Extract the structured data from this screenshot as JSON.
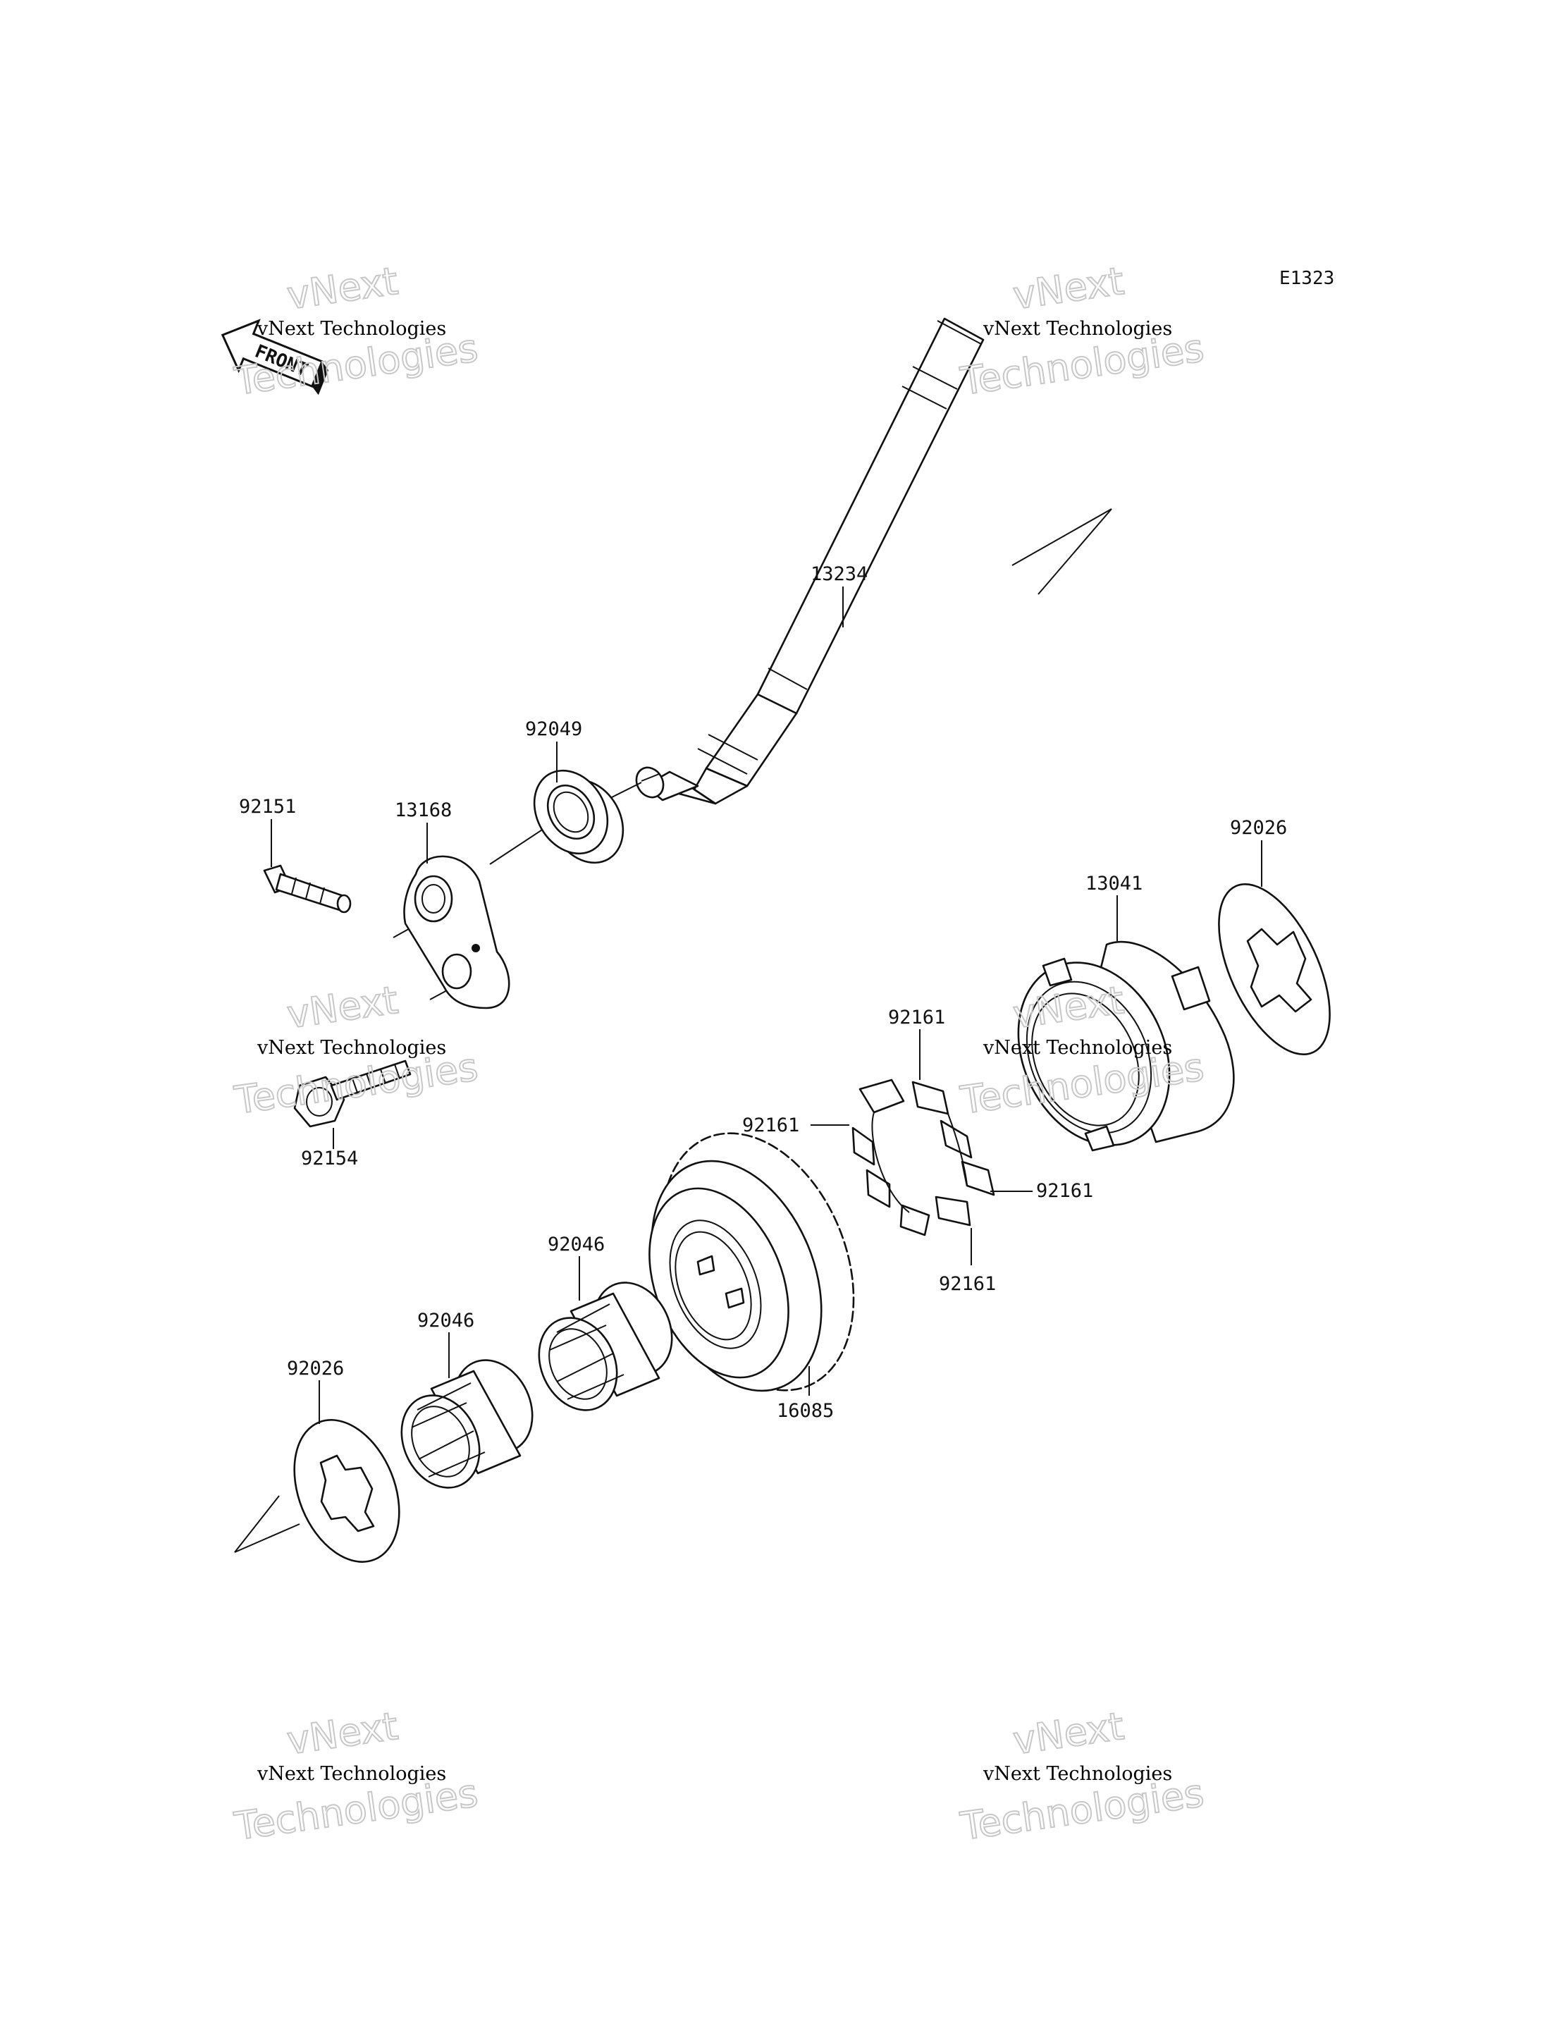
{
  "diagram": {
    "reference_code": "E1323",
    "front_marker": "FRONT",
    "watermark_small": "vNext Technologies",
    "watermark_big_line1": "vNext",
    "watermark_big_line2": "Technologies",
    "labels": {
      "shaft": "13234",
      "bearing": "92049",
      "lever": "13168",
      "bolt_top": "92151",
      "bolt_bottom": "92154",
      "damper_hub": "13041",
      "washer_right": "92026",
      "damper_1": "92161",
      "damper_2": "92161",
      "damper_3": "92161",
      "damper_4": "92161",
      "gear": "16085",
      "needle_bearing_1": "92046",
      "needle_bearing_2": "92046",
      "washer_left": "92026"
    }
  }
}
